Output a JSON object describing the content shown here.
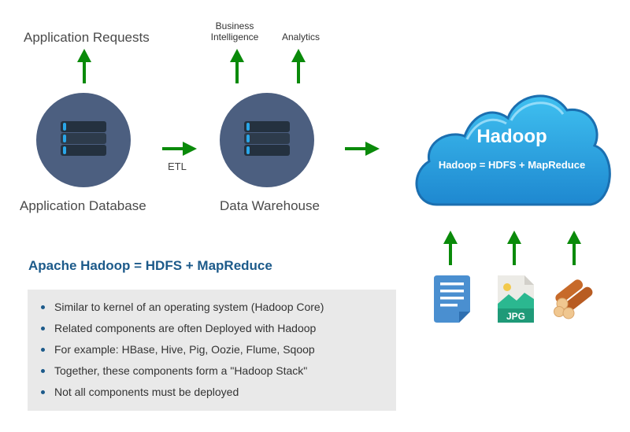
{
  "top_labels": {
    "application_requests": "Application Requests",
    "business_intelligence_line1": "Business",
    "business_intelligence_line2": "Intelligence",
    "analytics": "Analytics"
  },
  "nodes": {
    "application_database": "Application Database",
    "data_warehouse": "Data Warehouse",
    "etl": "ETL"
  },
  "cloud": {
    "title": "Hadoop",
    "subtitle": "Hadoop = HDFS + MapReduce"
  },
  "sources": [
    {
      "icon": "document-icon"
    },
    {
      "icon": "jpg-image-icon",
      "label": "JPG"
    },
    {
      "icon": "logs-icon"
    }
  ],
  "info": {
    "heading": "Apache Hadoop = HDFS + MapReduce",
    "bullets": [
      "Similar to kernel of an operating system (Hadoop Core)",
      "Related components are often Deployed with Hadoop",
      "For example: HBase, Hive, Pig, Oozie, Flume, Sqoop",
      "Together, these components form a \"Hadoop Stack\"",
      "Not all components must be deployed"
    ]
  },
  "colors": {
    "arrow": "#0a8a0a",
    "db_circle": "#4c5f80",
    "heading": "#1c5a8a",
    "cloud": "#29a3e0"
  }
}
